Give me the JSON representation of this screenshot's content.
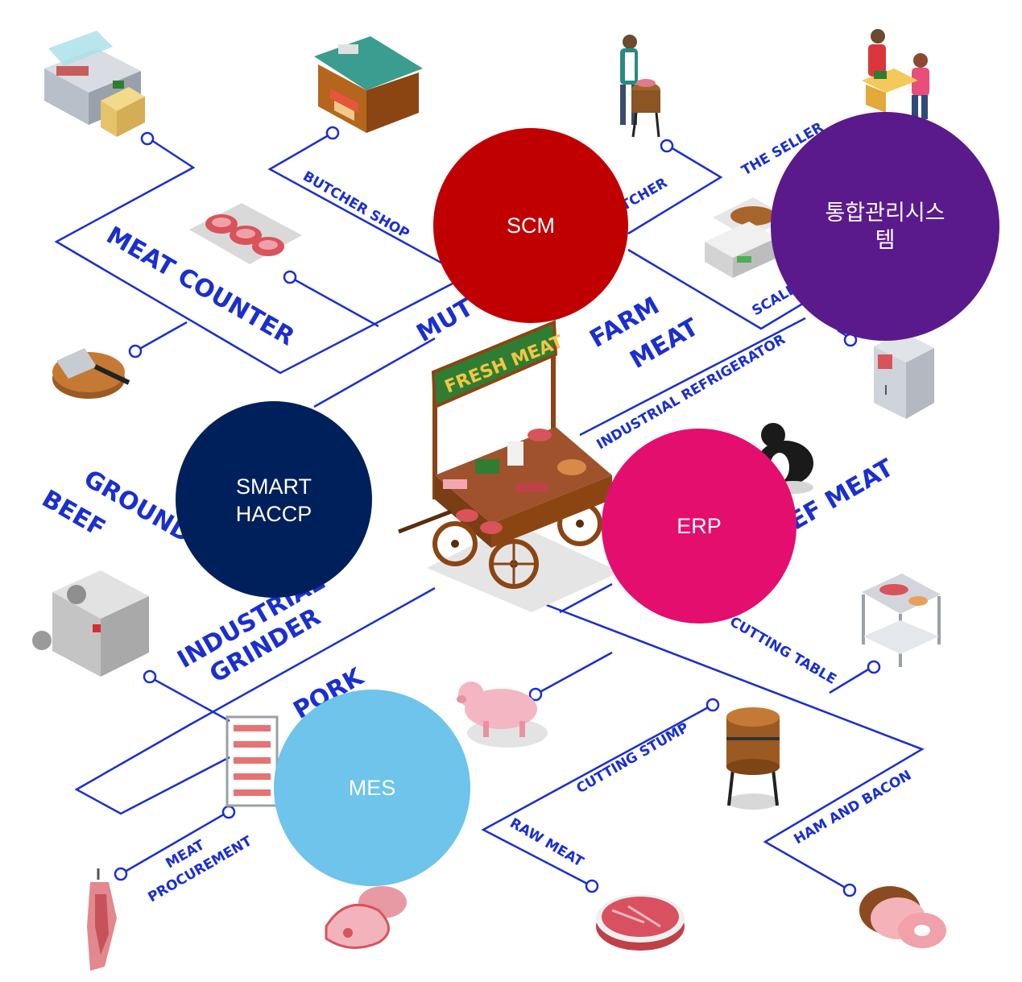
{
  "colors": {
    "line": "#1a2fd0",
    "scm": "#c00000",
    "integrated": "#5b1a8b",
    "haccp": "#00205b",
    "erp": "#e30e6e",
    "mes": "#6ec4ea",
    "sign_green": "#2e7d32",
    "sign_text": "#f5c542"
  },
  "sign": {
    "text": "FRESH MEAT"
  },
  "labels": {
    "meat_counter": "MEAT COUNTER",
    "butcher_shop": "BUTCHER SHOP",
    "butcher": "BUTCHER",
    "the_seller": "THE SELLER",
    "mutton": "MUTTON",
    "farm": "FARM",
    "meat": "MEAT",
    "scales": "SCALES",
    "industrial_refrigerator": "INDUSTRIAL REFRIGERATOR",
    "ground": "GROUND",
    "beef": "BEEF",
    "beef_meat": "BEEF MEAT",
    "industrial": "INDUSTRIAL",
    "grinder": "GRINDER",
    "pork": "PORK",
    "cutting_table": "CUTTING TABLE",
    "cutting_stump": "CUTTING STUMP",
    "raw_meat": "RAW MEAT",
    "ham_and_bacon": "HAM AND BACON",
    "meat_procurement_1": "MEAT",
    "meat_procurement_2": "PROCUREMENT"
  },
  "circles": {
    "scm": "SCM",
    "integrated_line1": "통합관리시스",
    "integrated_line2": "템",
    "haccp_line1": "SMART",
    "haccp_line2": "HACCP",
    "erp": "ERP",
    "mes": "MES"
  },
  "icons": [
    "meat-display-case-icon",
    "butcher-shop-icon",
    "butcher-person-icon",
    "seller-couple-icon",
    "meat-tray-icon",
    "cutting-board-icon",
    "weighing-scale-icon",
    "refrigerator-icon",
    "meat-grinder-icon",
    "cow-icon",
    "pig-icon",
    "cutting-stump-icon",
    "cutting-table-icon",
    "meat-rack-icon",
    "carcass-icon",
    "ham-leg-icon",
    "steak-icon",
    "ham-slices-icon",
    "meat-cart-icon"
  ]
}
